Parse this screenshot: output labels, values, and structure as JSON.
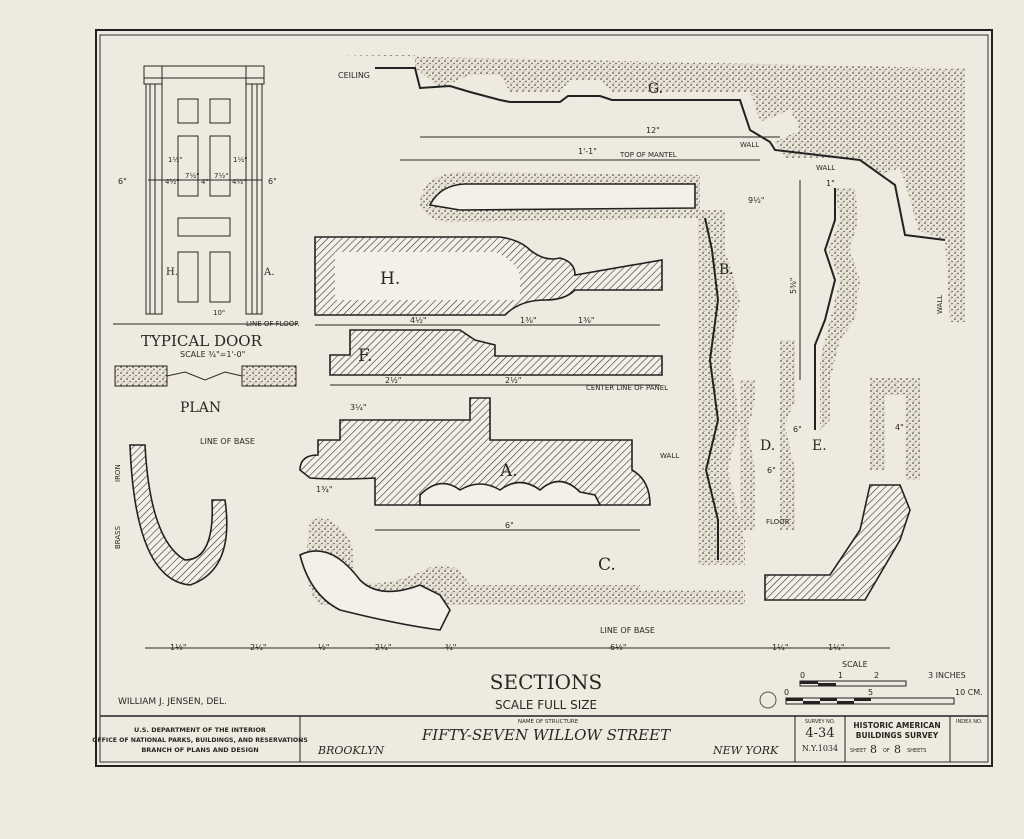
{
  "drawing": {
    "title": "SECTIONS",
    "subtitle": "SCALE FULL SIZE",
    "delineator": "WILLIAM J. JENSEN, DEL.",
    "door": {
      "title": "TYPICAL DOOR",
      "scale": "SCALE ¾\"=1'-0\"",
      "plan_label": "PLAN",
      "line_of_floor": "LINE OF FLOOR",
      "section_h": "H.",
      "section_a": "A.",
      "dims": [
        "6\"",
        "4½\"",
        "7½\"",
        "4\"",
        "7½\"",
        "4½\"",
        "6\"",
        "1½\"",
        "1½\"",
        "10\""
      ]
    },
    "labels": {
      "ceiling": "CEILING",
      "wall_top": "WALL",
      "top_of_mantel": "TOP OF MANTEL",
      "wall_right": "WALL",
      "wall_vertical": "WALL",
      "wall_a": "WALL",
      "line_of_base_left": "LINE OF BASE",
      "line_of_base_bottom": "LINE OF BASE",
      "center_line_of_panel": "CENTER LINE OF PANEL",
      "floor": "FLOOR",
      "iron": "IRON",
      "brass": "BRASS"
    },
    "sections": {
      "g": "G.",
      "h": "H.",
      "f": "F.",
      "a": "A.",
      "b": "B.",
      "c": "C.",
      "d": "D.",
      "e": "E."
    },
    "dims": {
      "g_width": "12\"",
      "mantel": "1'-1\"",
      "b_width": "9½\"",
      "b_height": "5⅜\"",
      "b_top": "1\"",
      "h_a": "4½\"",
      "h_b": "1⅜\"",
      "h_c": "1⅜\"",
      "f_a": "2½\"",
      "f_b": "2½\"",
      "a_top": "3¼\"",
      "a_width": "6\"",
      "a_left": "1¾\"",
      "d_height": "6\"",
      "e_height": "6\"",
      "vertical_4": "4\"",
      "bottom": [
        "1½\"",
        "2¼\"",
        "½\"",
        "2¼\"",
        "¾\"",
        "6½\"",
        "1¼\"",
        "1¼\""
      ]
    },
    "scale_bar": {
      "label": "SCALE",
      "inch_ticks": [
        "0",
        "1",
        "2",
        "3 INCHES"
      ],
      "cm_ticks": [
        "0",
        "5",
        "10 CM."
      ]
    }
  },
  "title_block": {
    "agency_line1": "U.S. DEPARTMENT OF THE INTERIOR",
    "agency_line2": "OFFICE OF NATIONAL PARKS, BUILDINGS, AND RESERVATIONS",
    "agency_line3": "BRANCH OF PLANS AND DESIGN",
    "structure_caption": "NAME OF STRUCTURE",
    "structure_name": "FIFTY-SEVEN WILLOW STREET",
    "city": "BROOKLYN",
    "state": "NEW YORK",
    "survey_caption": "SURVEY NO.",
    "survey_no": "4-34",
    "survey_code": "N.Y.1034",
    "program_line1": "HISTORIC AMERICAN",
    "program_line2": "BUILDINGS SURVEY",
    "sheet_word": "SHEET",
    "sheet_no": "8",
    "of_word": "OF",
    "sheet_total": "8",
    "sheets_word": "SHEETS",
    "index_caption": "INDEX NO."
  }
}
